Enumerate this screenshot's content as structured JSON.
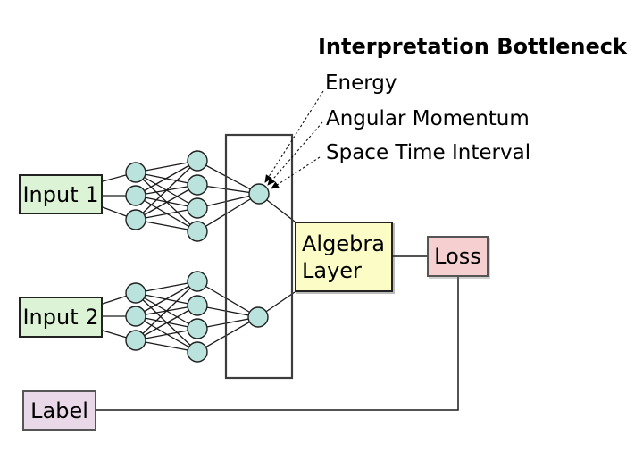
{
  "title": "Interpretation Bottleneck",
  "annotations": [
    "Energy",
    "Angular Momentum",
    "Space Time Interval"
  ],
  "boxes": {
    "input1": {
      "label": "Input 1",
      "fill": "#ddf3d6"
    },
    "input2": {
      "label": "Input 2",
      "fill": "#ddf3d6"
    },
    "algebra": {
      "label": "Algebra Layer",
      "fill": "#fbfcc6"
    },
    "loss": {
      "label": "Loss",
      "fill": "#f6d0d0"
    },
    "label": {
      "label": "Label",
      "fill": "#e8d8e8"
    }
  },
  "network": {
    "node_fill": "#b9e3dc",
    "node_stroke": "#1f1f1f",
    "edge_color": "#1a1a1a",
    "top": {
      "layer_sizes": [
        3,
        4,
        1
      ]
    },
    "bottom": {
      "layer_sizes": [
        3,
        4,
        1
      ]
    }
  },
  "bottleneck_rect_color": "#3d3d3d",
  "arrow_color": "#111111"
}
